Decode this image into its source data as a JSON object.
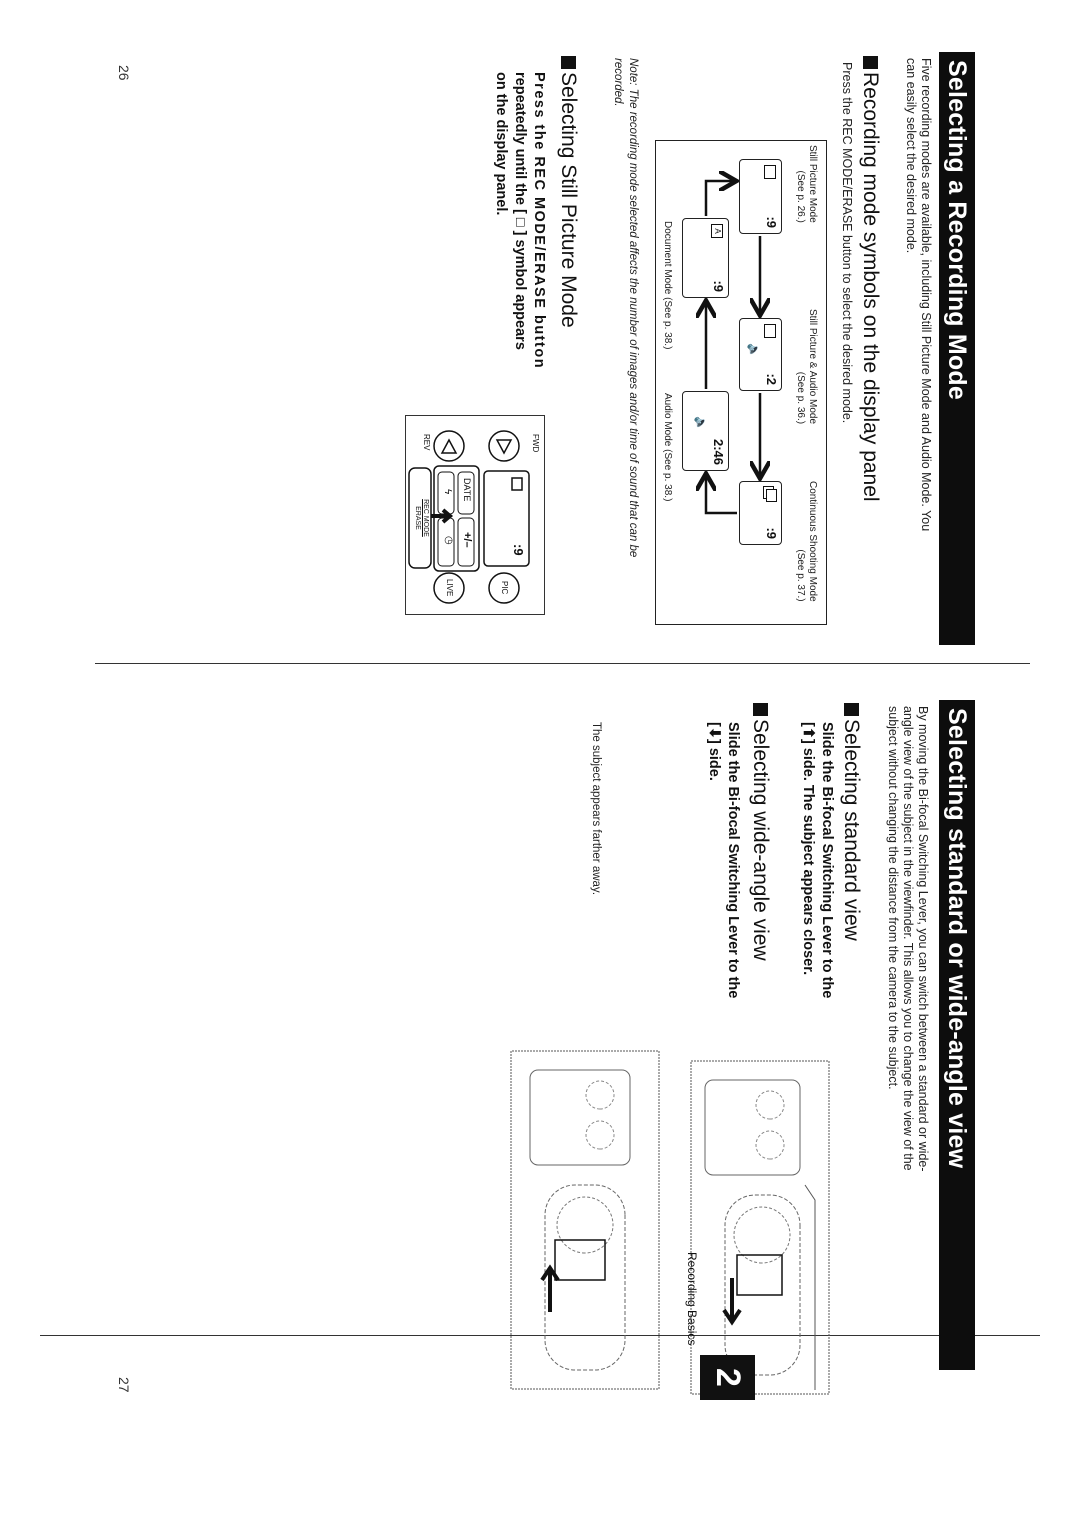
{
  "left_page": {
    "title": "Selecting a Recording Mode",
    "intro_lines": [
      "Five recording modes are available, including Still Picture Mode and Audio Mode. You",
      "can easily select the desired mode."
    ],
    "section1": {
      "heading": "Recording mode symbols on the display panel",
      "text": "Press the REC MODE/ERASE button to select the desired mode."
    },
    "diagram": {
      "modes": [
        {
          "name": "Still Picture Mode",
          "ref": "(See p. 26.)",
          "display": ":9"
        },
        {
          "name": "Still Picture & Audio Mode",
          "ref": "(See p. 36.)",
          "display": ":2"
        },
        {
          "name": "Continuous Shooting Mode",
          "ref": "(See p. 37.)",
          "display": ":9"
        },
        {
          "name": "Audio Mode (See p. 38.)",
          "display": "2:46"
        },
        {
          "name": "Document Mode (See p. 38.)",
          "display": ":9"
        }
      ]
    },
    "note_lines": [
      "Note: The recording mode selected affects the number of images and/or time of sound that can be",
      "recorded."
    ],
    "section2": {
      "heading": "Selecting Still Picture Mode",
      "lines": [
        "Press the REC MODE/ERASE button",
        "repeatedly until the [ □ ] symbol appears",
        "on the display panel."
      ]
    },
    "remote": {
      "fwd": "FWD",
      "rev": "REV",
      "date": "DATE",
      "plusminus": "+/–",
      "pic": "PIC",
      "live": "LIVE",
      "rec_mode": "REC MODE",
      "erase": "ERASE",
      "display": ":9"
    },
    "page_number": "26"
  },
  "right_page": {
    "title": "Selecting standard or wide-angle view",
    "intro_lines": [
      "By moving the Bi-focal Switching Lever, you can switch between a standard or wide-",
      "angle view of the subject in the viewfinder. This allows you to change the view of the",
      "subject without changing the distance from the camera to the subject."
    ],
    "section1": {
      "heading": "Selecting standard view",
      "lines": [
        "Slide the Bi-focal Switching Lever to the",
        "[⬆] side. The subject appears closer."
      ]
    },
    "section2": {
      "heading": "Selecting wide-angle view",
      "lines": [
        "Slide the Bi-focal Switching Lever to the",
        "[⬇] side."
      ],
      "sub": "The subject appears farther away."
    },
    "chapter_label": "Recording Basics",
    "chapter_number": "2",
    "page_number": "27"
  }
}
